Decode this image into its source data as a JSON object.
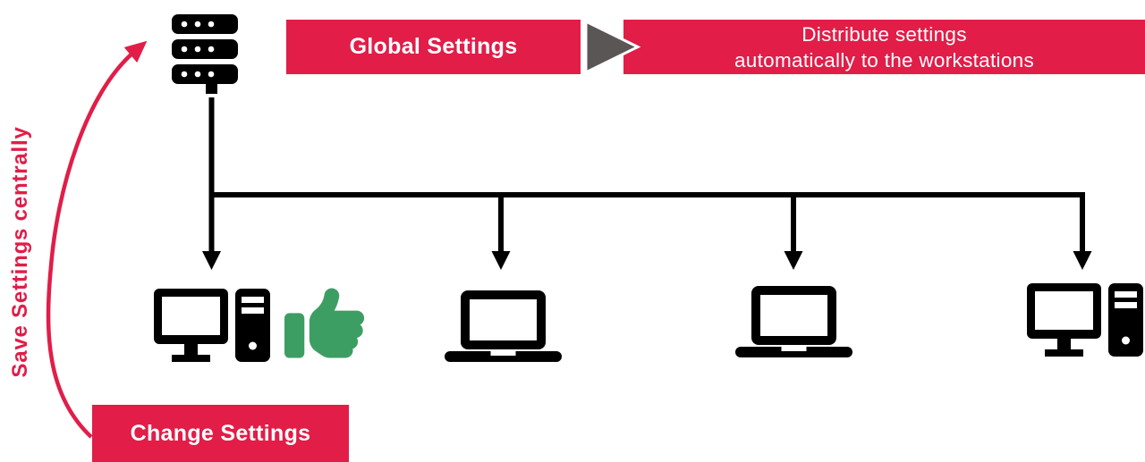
{
  "colors": {
    "accent_red": "#E11D48",
    "triangle_gray": "#5A5655",
    "thumb_green": "#3D9E64",
    "icon_black": "#000000"
  },
  "banners": {
    "global_settings": "Global Settings",
    "distribute_line1": "Distribute settings",
    "distribute_line2": "automatically to the workstations",
    "change_settings": "Change Settings"
  },
  "side_label": "Save Settings centrally",
  "flow": {
    "source": "central server",
    "workstations": [
      {
        "type": "desktop-with-tower",
        "status": "thumbs-up"
      },
      {
        "type": "laptop"
      },
      {
        "type": "laptop"
      },
      {
        "type": "desktop-with-tower"
      }
    ]
  },
  "icons": {
    "server": "server-icon",
    "flow_triangle": "triangle-arrow-icon",
    "thumbs_up": "thumbs-up-icon",
    "curved_arrow": "curved-arrow-icon",
    "down_arrow": "arrow-down-icon"
  }
}
